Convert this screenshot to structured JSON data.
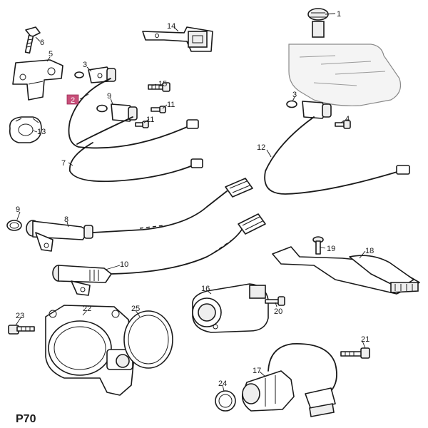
{
  "diagram": {
    "page_code": "P70",
    "highlighted_callout": "2",
    "colors": {
      "highlight": "#c8507a",
      "line": "#1a1a1a"
    },
    "callouts": {
      "c1": "1",
      "c2": "2",
      "c3a": "3",
      "c3b": "3",
      "c4": "4",
      "c5": "5",
      "c6": "6",
      "c7": "7",
      "c8": "8",
      "c9a": "9",
      "c9b": "9",
      "c10": "10",
      "c11a": "11",
      "c11b": "11",
      "c12": "12",
      "c13": "13",
      "c14": "14",
      "c15": "15",
      "c16": "16",
      "c17": "17",
      "c18": "18",
      "c19": "19",
      "c20": "20",
      "c21": "21",
      "c22": "22",
      "c23": "23",
      "c24": "24",
      "c25": "25"
    }
  }
}
